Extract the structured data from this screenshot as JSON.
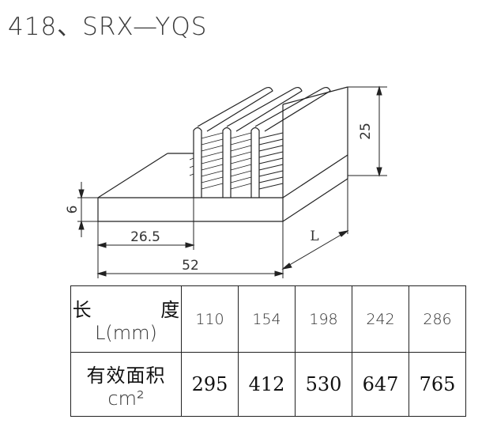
{
  "title": "418、SRX—YQS",
  "dimensions": {
    "height_fins": "25",
    "base_thickness": "6",
    "half_width": "26.5",
    "total_width": "52",
    "length": "L"
  },
  "table": {
    "row1_label_cn": "长 度",
    "row1_label_unit": "L(mm)",
    "row2_label_cn": "有效面积",
    "row2_label_unit": "cm²",
    "lengths": [
      "110",
      "154",
      "198",
      "242",
      "286"
    ],
    "areas": [
      "295",
      "412",
      "530",
      "647",
      "765"
    ]
  }
}
